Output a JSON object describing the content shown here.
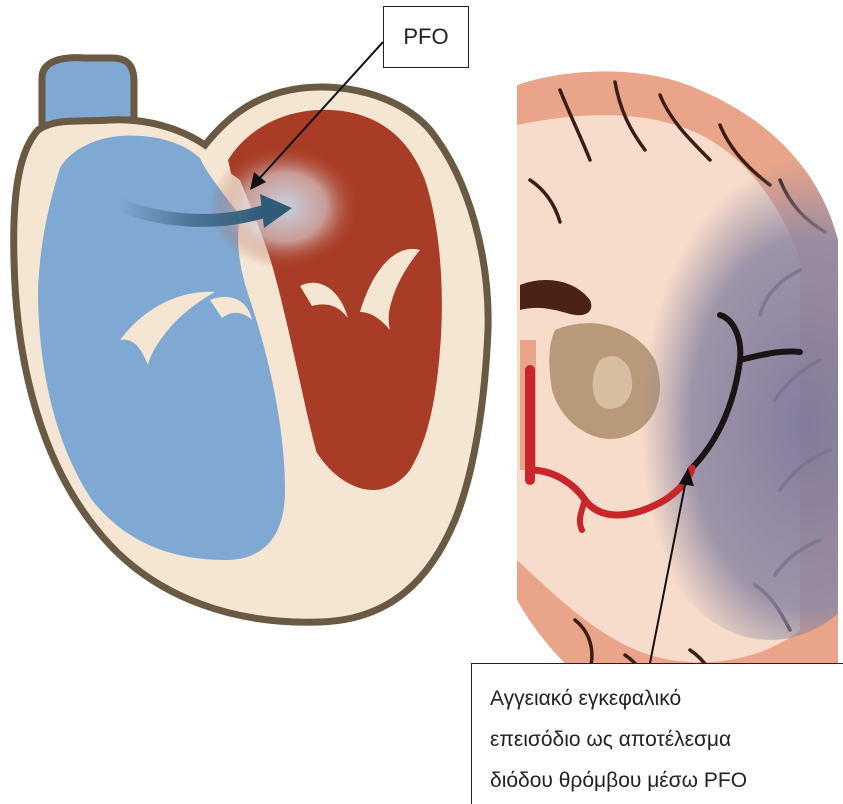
{
  "labels": {
    "pfo": "PFO",
    "stroke_caption": [
      "Αγγειακό εγκεφαλικό",
      "επεισόδιο ως αποτέλεσμα",
      "διόδου θρόμβου μέσω  PFO"
    ]
  },
  "colors": {
    "heart_outline": "#6b5a43",
    "heart_fill": "#f5e6d3",
    "right_heart_blue": "#7fa8d3",
    "left_heart_red": "#a93c26",
    "shunt_arrow": "#3f6a86",
    "brain_cortex": "#e9a48a",
    "brain_white_matter": "#f8dccb",
    "ischemic_area": "#8d87a3",
    "artery_red": "#c8262a",
    "basal_ganglia": "#b89a7a"
  }
}
